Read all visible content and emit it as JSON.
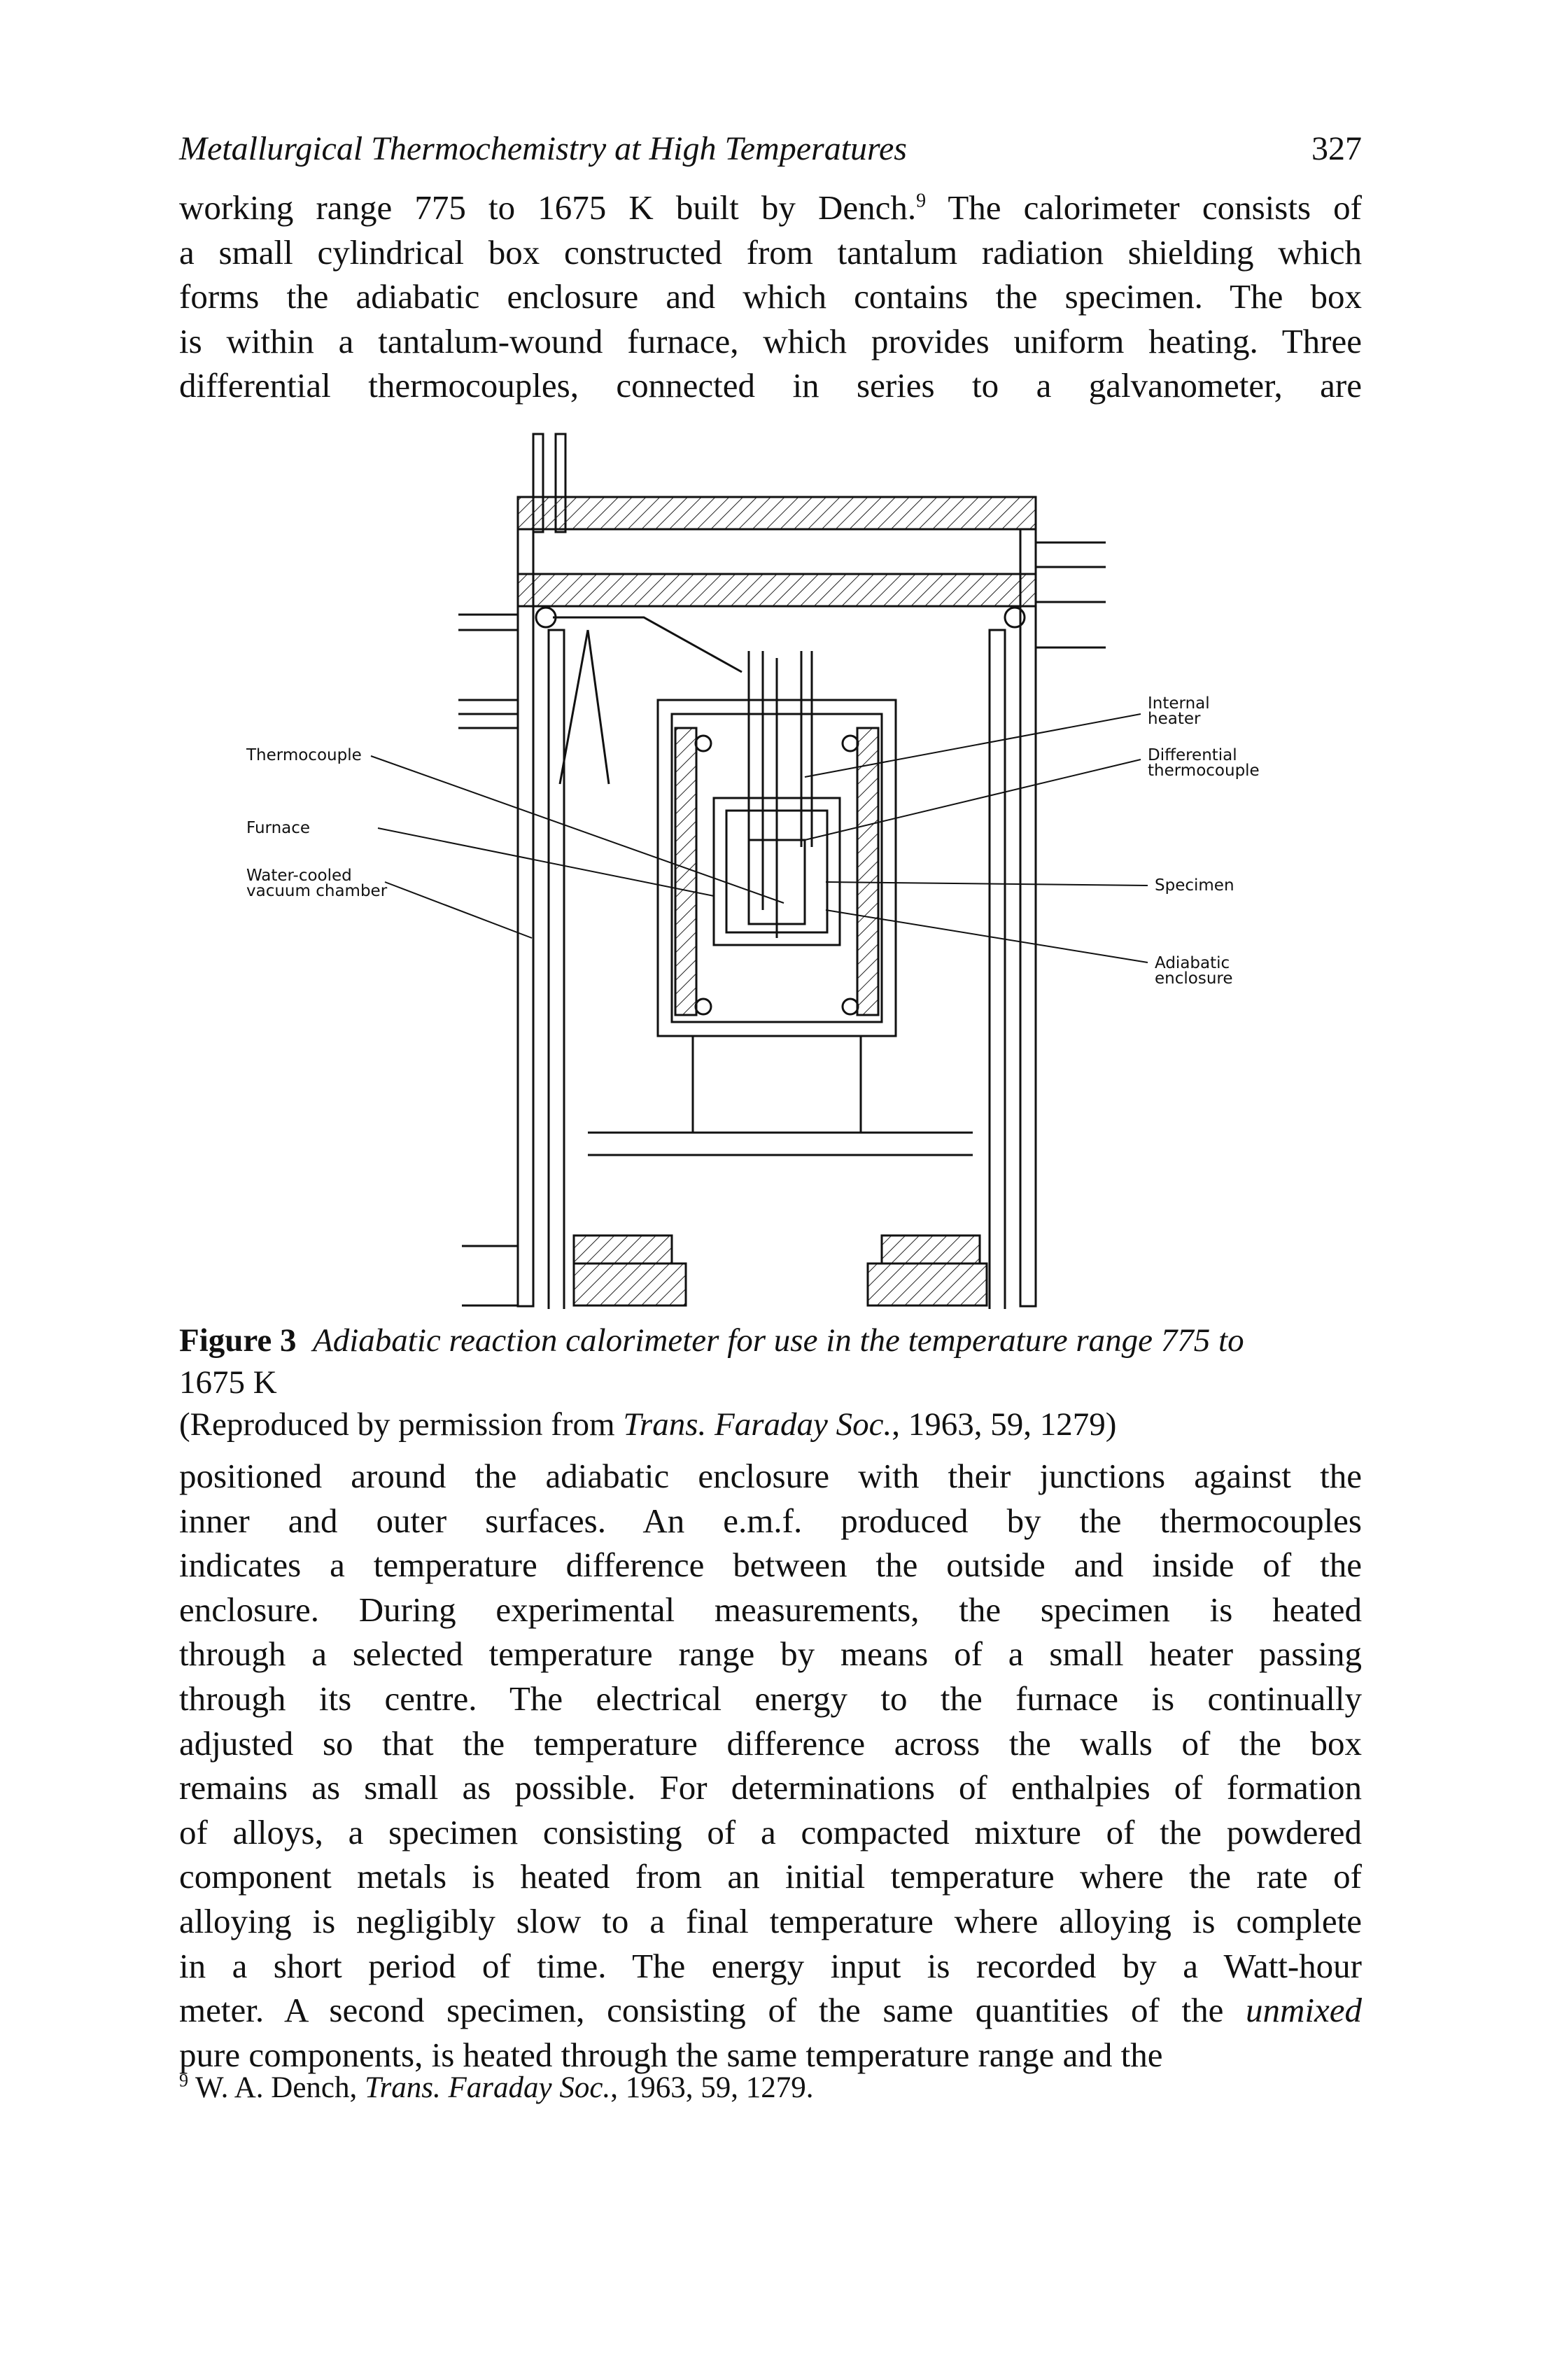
{
  "header": {
    "title": "Metallurgical Thermochemistry at High Temperatures",
    "page_number": "327"
  },
  "body_top": {
    "lines": [
      "working range 775 to 1675 K built by Dench.",
      "a small cylindrical box constructed from tantalum radiation shielding which",
      "forms the adiabatic enclosure and which contains the specimen. The box",
      "is within a tantalum-wound furnace, which provides uniform heating. Three",
      "differential thermocouples, connected in series to a galvanometer, are"
    ],
    "ref_mark": "9",
    "line1_tail": " The calorimeter consists of"
  },
  "figure": {
    "labels": {
      "thermocouple": "Thermocouple",
      "furnace": "Furnace",
      "water_cooled_1": "Water-cooled",
      "water_cooled_2": "vacuum chamber",
      "internal_heater_1": "Internal",
      "internal_heater_2": "heater",
      "differential_1": "Differential",
      "differential_2": "thermocouple",
      "specimen": "Specimen",
      "adiabatic_1": "Adiabatic",
      "adiabatic_2": "enclosure"
    }
  },
  "caption": {
    "figure_number": "Figure 3",
    "text": "Adiabatic reaction calorimeter for use in the temperature range 775 to",
    "text_line2": "1675 K",
    "credit_prefix": "(Reproduced by permission from ",
    "credit_journal": "Trans. Faraday Soc.",
    "credit_suffix": ", 1963, 59, 1279)"
  },
  "body_bottom": {
    "lines": [
      "positioned around the adiabatic enclosure with their junctions against the",
      "inner and outer surfaces. An e.m.f. produced by the thermocouples",
      "indicates a temperature difference between the outside and inside of the",
      "enclosure. During experimental measurements, the specimen is heated",
      "through a selected temperature range by means of a small heater passing",
      "through its centre. The electrical energy to the furnace is continually",
      "adjusted so that the temperature difference across the walls of the box",
      "remains as small as possible. For determinations of enthalpies of formation",
      "of alloys, a specimen consisting of a compacted mixture of the powdered",
      "component metals is heated from an initial temperature where the rate of",
      "alloying is negligibly slow to a final temperature where alloying is complete",
      "in a short period of time. The energy input is recorded by a Watt-hour",
      "meter. A second specimen, consisting of the same quantities of the ",
      "pure components, is heated through the same temperature range and the"
    ],
    "italic_word": "unmixed"
  },
  "footnote": {
    "mark": "9",
    "prefix": " W. A. Dench, ",
    "journal": "Trans. Faraday Soc.",
    "suffix": ", 1963, 59, 1279."
  }
}
